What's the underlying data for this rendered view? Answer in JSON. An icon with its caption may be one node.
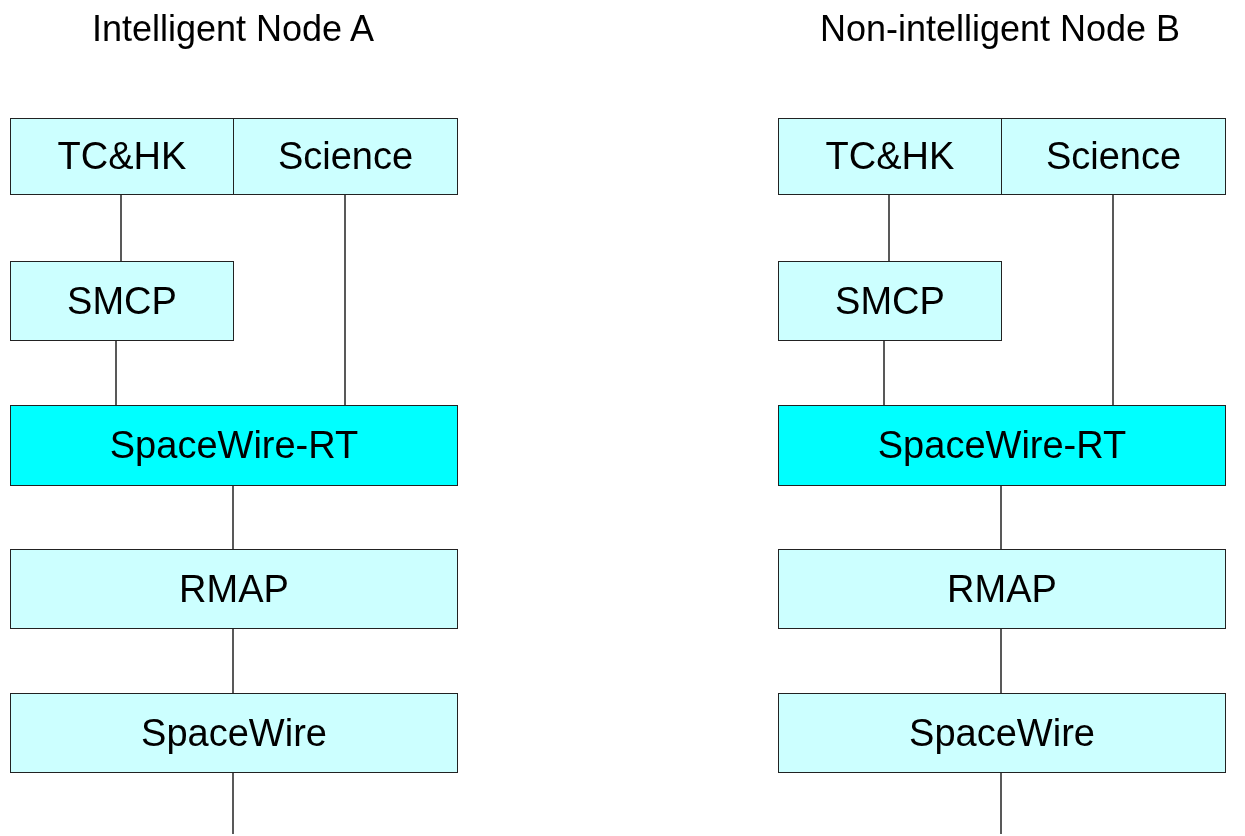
{
  "diagram": {
    "nodes": [
      {
        "text": [
          "TC&HK"
        ]
      },
      {
        "text": [
          "Science"
        ]
      },
      {
        "text": [
          "SMCP"
        ]
      },
      {
        "text": [
          "SpaceWire-RT"
        ]
      },
      {
        "text": [
          "RMAP"
        ]
      },
      {
        "text": [
          "SpaceWire"
        ]
      },
      {
        "text": [
          "TC&HK"
        ]
      },
      {
        "text": [
          "Science"
        ]
      },
      {
        "text": [
          "SMCP"
        ]
      },
      {
        "text": [
          "SpaceWire-RT"
        ]
      },
      {
        "text": [
          "RMAP"
        ]
      },
      {
        "text": [
          "SpaceWire"
        ]
      }
    ],
    "edges": [
      {
        "from": 0,
        "to": 2,
        "arrow": "none"
      },
      {
        "from": 2,
        "to": 3,
        "arrow": "none"
      },
      {
        "from": 1,
        "to": 3,
        "arrow": "none"
      },
      {
        "from": 3,
        "to": 4,
        "arrow": "none"
      },
      {
        "from": 4,
        "to": 5,
        "arrow": "none"
      },
      {
        "from": 5,
        "to": null,
        "arrow": "none"
      },
      {
        "from": 6,
        "to": 8,
        "arrow": "none"
      },
      {
        "from": 8,
        "to": 9,
        "arrow": "none"
      },
      {
        "from": 7,
        "to": 9,
        "arrow": "none"
      },
      {
        "from": 9,
        "to": 10,
        "arrow": "none"
      },
      {
        "from": 10,
        "to": 11,
        "arrow": "none"
      },
      {
        "from": 11,
        "to": null,
        "arrow": "none"
      }
    ],
    "labels": [
      "Intelligent Node A",
      "Non-intelligent Node B"
    ]
  }
}
